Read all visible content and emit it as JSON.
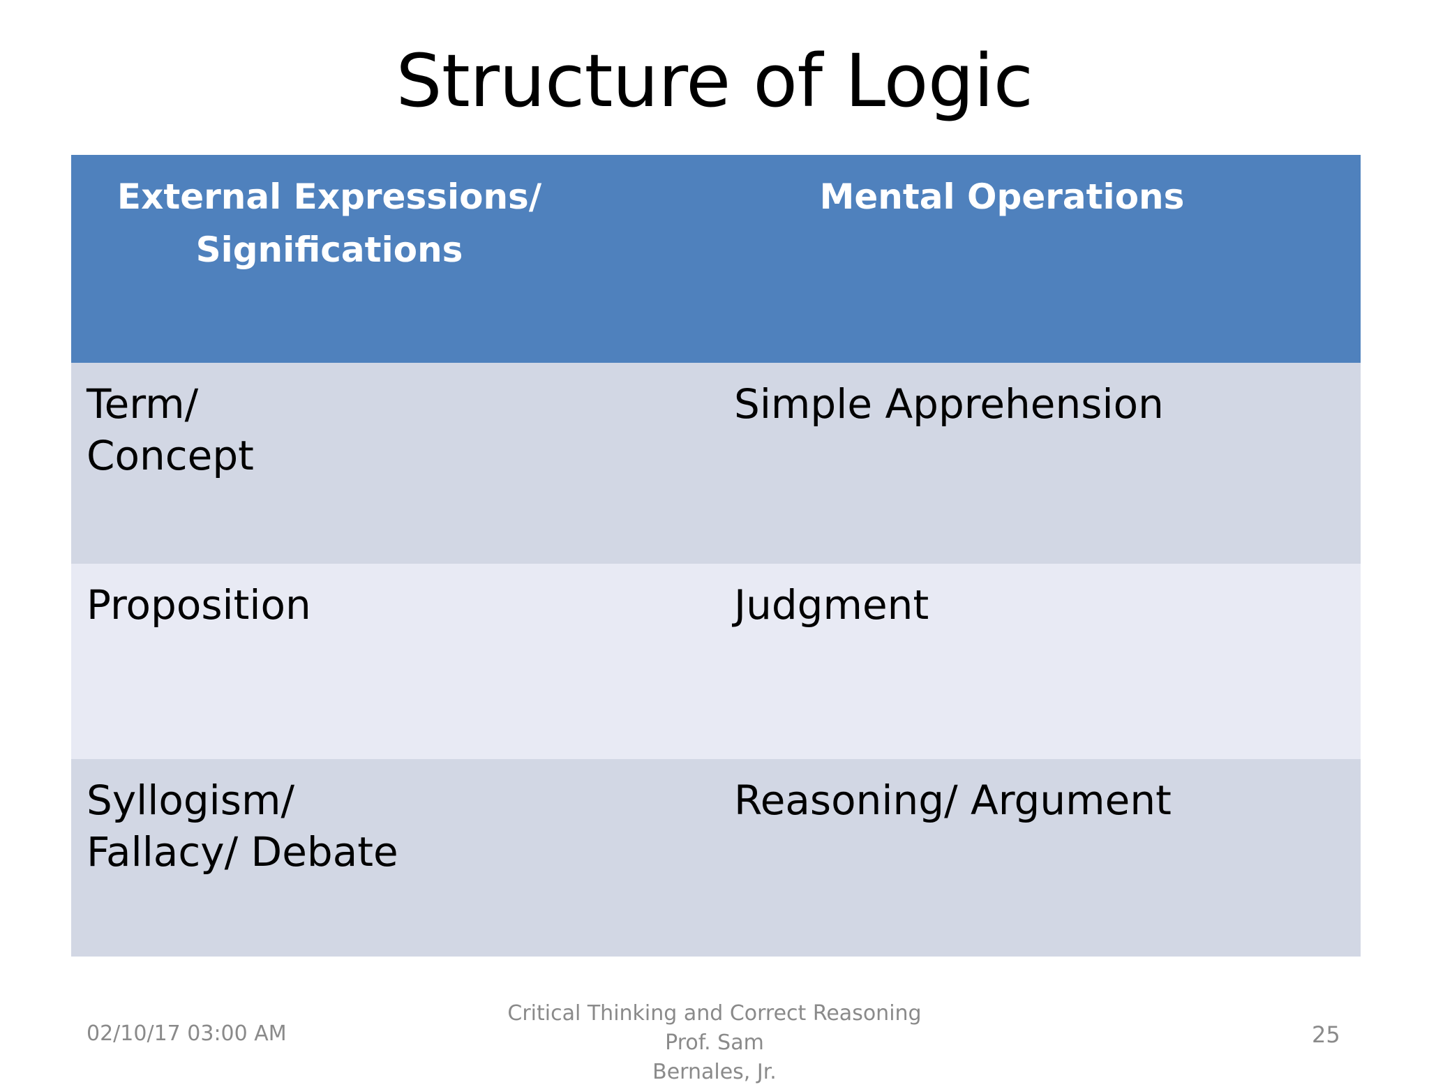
{
  "slide": {
    "title": "Structure of Logic",
    "page_number": "25",
    "accent_color": "#4F81BD",
    "row_shaded_color": "#D2D7E4",
    "row_light_color": "#E8EAF4",
    "header_text_color": "#FFFFFF",
    "body_text_color": "#000000",
    "footer_text_color": "#8A8A8A"
  },
  "table": {
    "headers": [
      {
        "line1": "External Expressions/",
        "line2": "Significations"
      },
      {
        "line1": "Mental Operations",
        "line2": ""
      }
    ],
    "rows": [
      {
        "left_line1": "Term/",
        "left_line2": "Concept",
        "right_line1": "Simple Apprehension",
        "right_line2": ""
      },
      {
        "left_line1": "Proposition",
        "left_line2": "",
        "right_line1": "Judgment",
        "right_line2": ""
      },
      {
        "left_line1": "Syllogism/",
        "left_line2": "Fallacy/ Debate",
        "right_line1": "Reasoning/ Argument",
        "right_line2": ""
      }
    ]
  },
  "footer": {
    "date": "02/10/17 03:00 AM",
    "center_line1": "Critical Thinking and Correct Reasoning",
    "center_line2": "Prof. Sam",
    "center_line3": "Bernales, Jr.",
    "page_number": "25"
  }
}
